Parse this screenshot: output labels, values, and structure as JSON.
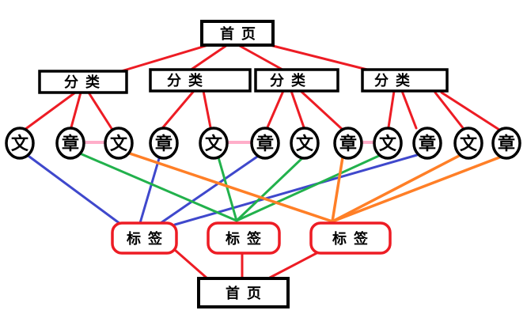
{
  "title": "blog structure diagram",
  "palette": {
    "red": "#ED1C24",
    "blue": "#3F48CC",
    "green": "#22B14C",
    "orange": "#FF7F27",
    "pink": "#FFAEC9",
    "black": "#000000"
  },
  "nodes": {
    "home_top": {
      "label": "首页",
      "shape": "rectangle",
      "border": "black"
    },
    "home_bottom": {
      "label": "首页",
      "shape": "rectangle",
      "border": "black"
    },
    "categories": [
      {
        "label": "分类"
      },
      {
        "label": "分类"
      },
      {
        "label": "分类"
      },
      {
        "label": "分类"
      }
    ],
    "articles": [
      {
        "label": "文"
      },
      {
        "label": "章"
      },
      {
        "label": "文"
      },
      {
        "label": "章"
      },
      {
        "label": "文"
      },
      {
        "label": "章"
      },
      {
        "label": "文"
      },
      {
        "label": "章"
      },
      {
        "label": "文"
      },
      {
        "label": "章"
      },
      {
        "label": "文"
      },
      {
        "label": "章"
      }
    ],
    "tags": [
      {
        "label": "标签"
      },
      {
        "label": "标签"
      },
      {
        "label": "标签"
      }
    ]
  },
  "edges": [
    {
      "from": "home-top",
      "to": "category-1",
      "color": "red"
    },
    {
      "from": "home-top",
      "to": "category-2",
      "color": "red"
    },
    {
      "from": "home-top",
      "to": "category-3",
      "color": "red"
    },
    {
      "from": "home-top",
      "to": "category-4",
      "color": "red"
    },
    {
      "from": "category-1",
      "to": "article-1",
      "color": "red"
    },
    {
      "from": "category-1",
      "to": "article-2",
      "color": "red"
    },
    {
      "from": "category-1",
      "to": "article-3",
      "color": "red"
    },
    {
      "from": "category-2",
      "to": "article-4",
      "color": "red"
    },
    {
      "from": "category-2",
      "to": "article-5",
      "color": "red"
    },
    {
      "from": "category-3",
      "to": "article-6",
      "color": "red"
    },
    {
      "from": "category-3",
      "to": "article-7",
      "color": "red"
    },
    {
      "from": "category-3",
      "to": "article-8",
      "color": "red"
    },
    {
      "from": "category-4",
      "to": "article-9",
      "color": "red"
    },
    {
      "from": "category-4",
      "to": "article-10",
      "color": "red"
    },
    {
      "from": "category-4",
      "to": "article-11",
      "color": "red"
    },
    {
      "from": "category-4",
      "to": "article-12",
      "color": "red"
    },
    {
      "from": "article-2",
      "to": "article-3",
      "color": "pink"
    },
    {
      "from": "article-5",
      "to": "article-6",
      "color": "pink"
    },
    {
      "from": "article-8",
      "to": "article-9",
      "color": "pink"
    },
    {
      "from": "article-1",
      "to": "tag-1",
      "color": "blue"
    },
    {
      "from": "article-4",
      "to": "tag-1",
      "color": "blue"
    },
    {
      "from": "article-6",
      "to": "tag-1",
      "color": "blue"
    },
    {
      "from": "article-10",
      "to": "tag-1",
      "color": "blue"
    },
    {
      "from": "article-2",
      "to": "tag-2",
      "color": "green"
    },
    {
      "from": "article-5",
      "to": "tag-2",
      "color": "green"
    },
    {
      "from": "article-7",
      "to": "tag-2",
      "color": "green"
    },
    {
      "from": "article-9",
      "to": "tag-2",
      "color": "green"
    },
    {
      "from": "article-3",
      "to": "tag-3",
      "color": "orange"
    },
    {
      "from": "article-8",
      "to": "tag-3",
      "color": "orange"
    },
    {
      "from": "article-11",
      "to": "tag-3",
      "color": "orange"
    },
    {
      "from": "article-12",
      "to": "tag-3",
      "color": "orange"
    },
    {
      "from": "tag-1",
      "to": "home-bottom",
      "color": "red"
    },
    {
      "from": "tag-2",
      "to": "home-bottom",
      "color": "red"
    },
    {
      "from": "tag-3",
      "to": "home-bottom",
      "color": "red"
    }
  ]
}
